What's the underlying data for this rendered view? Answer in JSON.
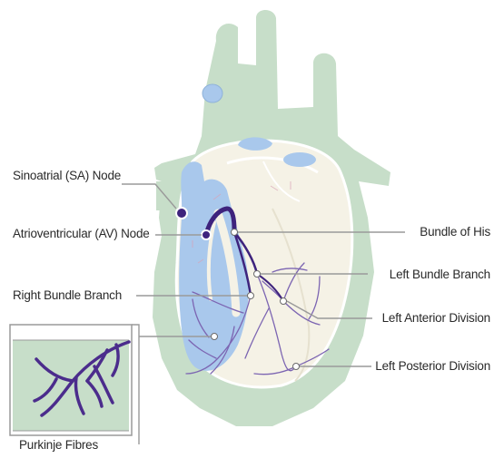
{
  "colors": {
    "outer_wall": "#c7dec9",
    "inner_chamber": "#f5f2e6",
    "blood": "#a9c8ec",
    "conduction": "#3e237d",
    "fibres": "#7c65b2",
    "leader": "#9a9a9a"
  },
  "labels": {
    "sa_node": "Sinoatrial (SA) Node",
    "av_node": "Atrioventricular (AV) Node",
    "bundle_of_his": "Bundle of His",
    "left_bundle_branch": "Left Bundle Branch",
    "right_bundle_branch": "Right Bundle Branch",
    "left_anterior_division": "Left Anterior Division",
    "left_posterior_division": "Left Posterior Division"
  },
  "inset": {
    "caption": "Purkinje Fibres"
  }
}
